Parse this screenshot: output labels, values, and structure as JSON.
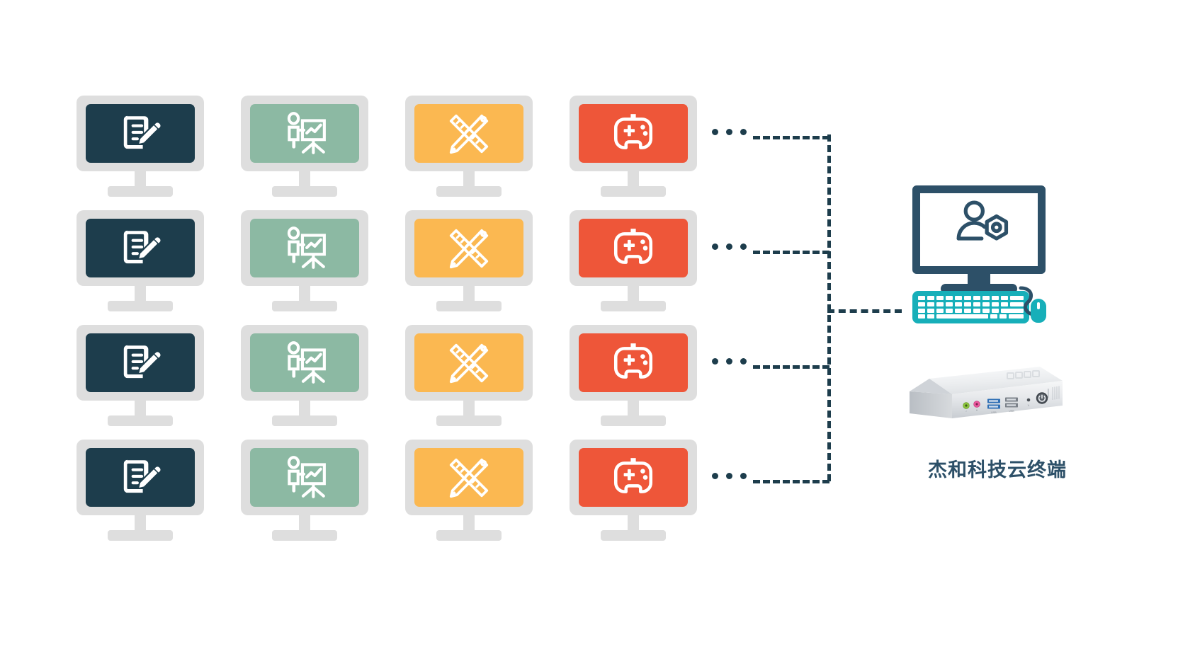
{
  "diagram": {
    "title": "杰和科技云终端",
    "type": "cloud-terminal-topology",
    "colors": {
      "dark_teal": "#1d3d4c",
      "sage_green": "#8cb9a3",
      "amber": "#fbb851",
      "tomato_red": "#ee5639",
      "monitor_bezel": "#dedede",
      "server_navy": "#2d5068",
      "keyboard_teal": "#17afb9",
      "background": "#ffffff"
    }
  },
  "clients": {
    "rows": 4,
    "columns": 4,
    "column_defs": [
      {
        "id": "col-document",
        "label": "document-edit",
        "icon": "document-pencil-icon",
        "screen_color": "#1d3d4c"
      },
      {
        "id": "col-presentation",
        "label": "presentation-chart",
        "icon": "presenter-easel-icon",
        "screen_color": "#8cb9a3"
      },
      {
        "id": "col-design",
        "label": "design-tools",
        "icon": "pencil-ruler-icon",
        "screen_color": "#fbb851"
      },
      {
        "id": "col-gaming",
        "label": "gaming",
        "icon": "gamepad-icon",
        "screen_color": "#ee5639"
      }
    ],
    "row_ellipsis_label": "…",
    "ellipsis_dot_count": 3
  },
  "server": {
    "monitor_icon": "admin-user-gear-icon",
    "keyboard_icon": "keyboard-icon",
    "mouse_icon": "mouse-icon",
    "device_icon": "mini-pc-icon",
    "device_ports": [
      {
        "name": "audio-out-port",
        "label": "",
        "color": "#8dc63f"
      },
      {
        "name": "microphone-port",
        "label": "",
        "color": "#ef5ba1"
      },
      {
        "name": "usb3-port-1",
        "label": "USB",
        "color": "#2f6fb5"
      },
      {
        "name": "usb3-port-2",
        "label": "USB",
        "color": "#2f6fb5"
      },
      {
        "name": "usb2-port-1",
        "label": "USB",
        "color": "#6d7278"
      },
      {
        "name": "usb2-port-2",
        "label": "USB",
        "color": "#6d7278"
      },
      {
        "name": "reset-pinhole",
        "label": "",
        "color": "#5a5f66"
      },
      {
        "name": "power-button",
        "label": "",
        "color": "#3f454c"
      }
    ],
    "caption": "杰和科技云终端"
  },
  "connectors": {
    "style": "dashed",
    "color": "#1d3d4c",
    "trunk_label": "vertical-trunk",
    "branch_count": 4,
    "output_label": "trunk-to-server"
  }
}
